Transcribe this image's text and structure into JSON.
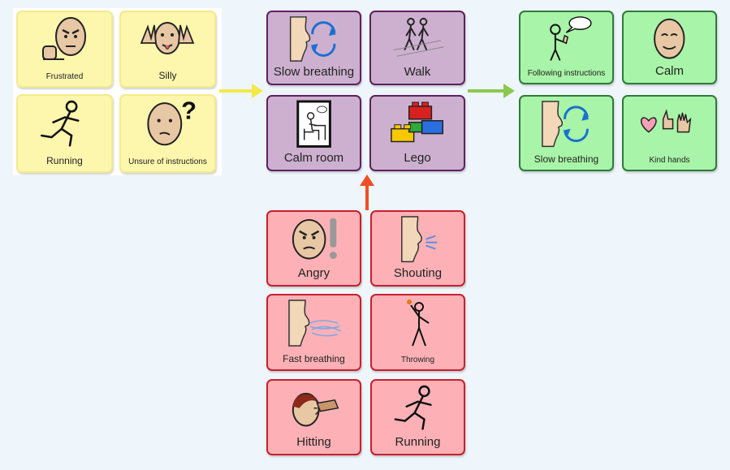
{
  "colors": {
    "yellow_bg": "#fdf6ad",
    "purple_bg": "#cdb0cf",
    "purple_border": "#5e2160",
    "green_bg": "#a8f4a8",
    "green_border": "#2f7a3b",
    "red_bg": "#fdb1b6",
    "red_border": "#c8202e",
    "arrow_yellow": "#f2ea4a",
    "arrow_green": "#8cc850",
    "arrow_red": "#f04e26"
  },
  "feelings": [
    {
      "label": "Frustrated",
      "icon": "frustrated-face-icon"
    },
    {
      "label": "Silly",
      "icon": "silly-face-icon"
    },
    {
      "label": "Running",
      "icon": "running-person-icon"
    },
    {
      "label": "Unsure of instructions",
      "icon": "unsure-face-icon"
    }
  ],
  "strategies": [
    {
      "label": "Slow breathing",
      "icon": "slow-breathing-icon"
    },
    {
      "label": "Walk",
      "icon": "walking-people-icon"
    },
    {
      "label": "Calm room",
      "icon": "calm-room-icon"
    },
    {
      "label": "Lego",
      "icon": "lego-bricks-icon"
    }
  ],
  "outcomes": [
    {
      "label": "Following instructions",
      "icon": "following-instructions-icon"
    },
    {
      "label": "Calm",
      "icon": "calm-face-icon"
    },
    {
      "label": "Slow breathing",
      "icon": "slow-breathing-icon"
    },
    {
      "label": "Kind hands",
      "icon": "kind-hands-icon"
    }
  ],
  "behaviours": [
    {
      "label": "Angry",
      "icon": "angry-face-icon"
    },
    {
      "label": "Shouting",
      "icon": "shouting-face-icon"
    },
    {
      "label": "Fast breathing",
      "icon": "fast-breathing-icon"
    },
    {
      "label": "Throwing",
      "icon": "throwing-person-icon"
    },
    {
      "label": "Hitting",
      "icon": "hitting-icon"
    },
    {
      "label": "Running",
      "icon": "running-person-icon"
    }
  ]
}
